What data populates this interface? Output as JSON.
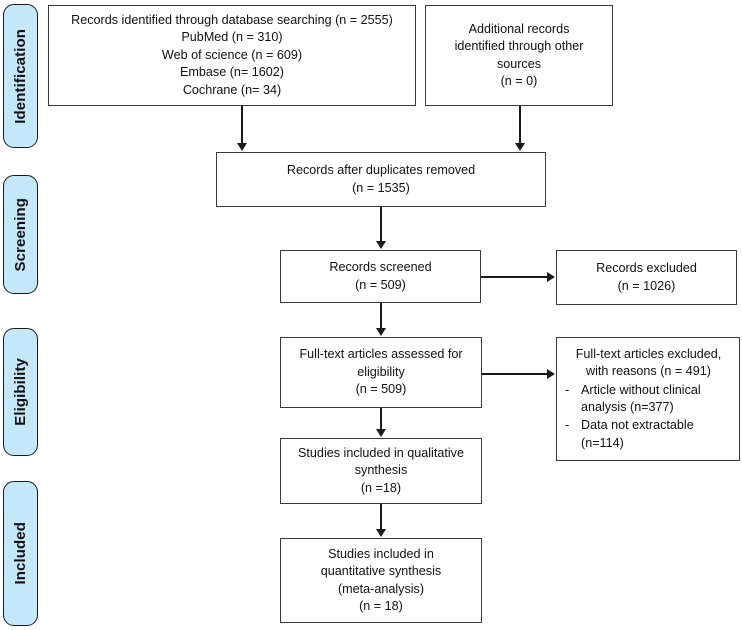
{
  "diagram": {
    "title": "PRISMA study selection flow diagram",
    "accent_color": "#C5E7FA",
    "border_color": "#3a3a3a",
    "line_color": "#1a1a1a",
    "background_color": "#ffffff"
  },
  "stages": [
    {
      "id": "identification",
      "label": "Identification"
    },
    {
      "id": "screening",
      "label": "Screening"
    },
    {
      "id": "eligibility",
      "label": "Eligibility"
    },
    {
      "id": "included",
      "label": "Included"
    }
  ],
  "boxes": {
    "database_search": {
      "text": "Records identified through database searching (n = 2555)\nPubMed (n = 310)\nWeb of science (n = 609)\nEmbase (n= 1602)\nCochrane (n= 34)"
    },
    "other_sources": {
      "text": "Additional records\nidentified through other\nsources\n(n = 0)"
    },
    "duplicates_removed": {
      "text": "Records after duplicates removed\n(n = 1535)"
    },
    "records_screened": {
      "text": "Records screened\n(n = 509)"
    },
    "records_excluded": {
      "text": "Records excluded\n(n = 1026)"
    },
    "fulltext_assessed": {
      "text": "Full-text articles assessed for\neligibility\n(n = 509)"
    },
    "fulltext_excluded": {
      "heading": "Full-text articles excluded,\nwith reasons (n = 491)",
      "dash": "-",
      "reasons": [
        "Article without clinical\nanalysis (n=377)",
        "Data not extractable\n(n=114)"
      ]
    },
    "qualitative_synthesis": {
      "text": "Studies included in qualitative\nsynthesis\n(n =18)"
    },
    "quantitative_synthesis": {
      "text": "Studies included in\nquantitative synthesis\n(meta-analysis)\n(n = 18)"
    }
  }
}
